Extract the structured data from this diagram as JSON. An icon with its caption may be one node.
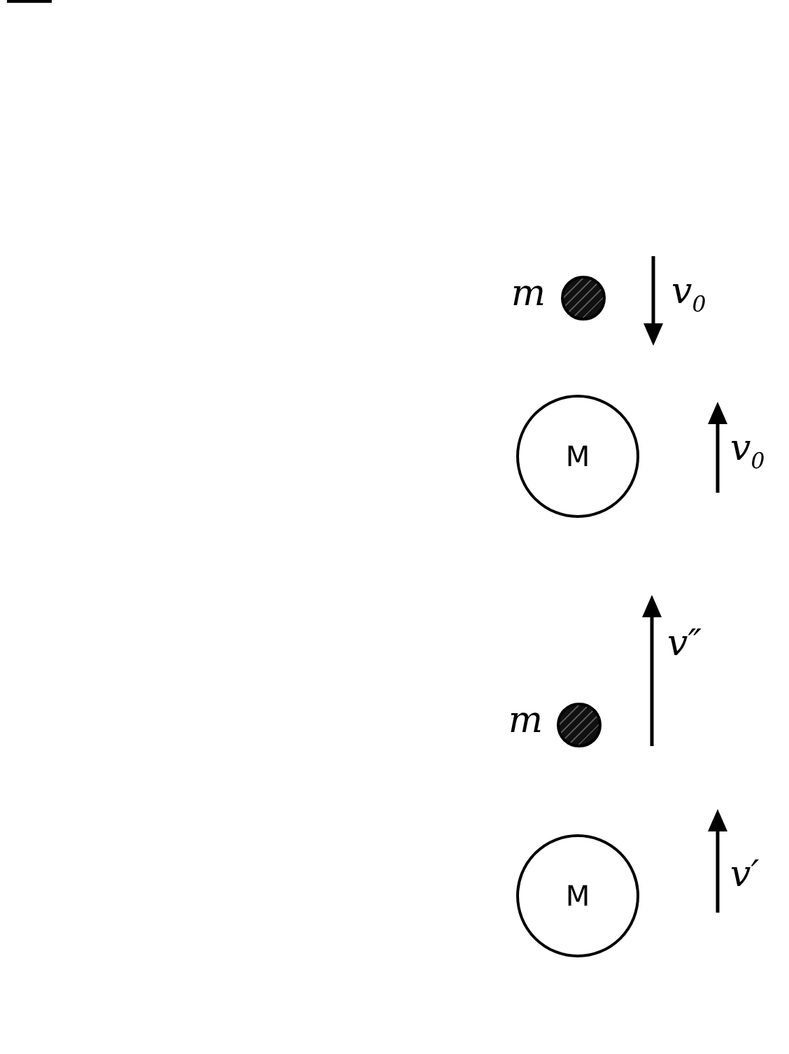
{
  "diagram": {
    "nodes": [
      {
        "text": [],
        "shape": "circle",
        "beside": [
          "m"
        ]
      },
      {
        "text": [
          "M"
        ]
      },
      {
        "text": [],
        "shape": "circle",
        "beside": [
          "m"
        ]
      },
      {
        "text": [
          "M"
        ]
      }
    ],
    "edges": [],
    "labels": [
      "v$_{0}$",
      "v$_{0}$",
      "v″",
      "v′"
    ]
  }
}
